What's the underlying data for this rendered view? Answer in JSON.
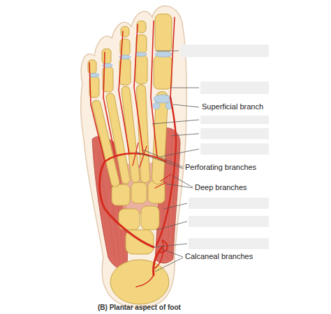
{
  "diagram": {
    "caption": "(B) Plantar aspect of foot",
    "labels": [
      "Superficial branch",
      "Perforating branches",
      "Deep branches",
      "Calcaneal branches"
    ]
  }
}
